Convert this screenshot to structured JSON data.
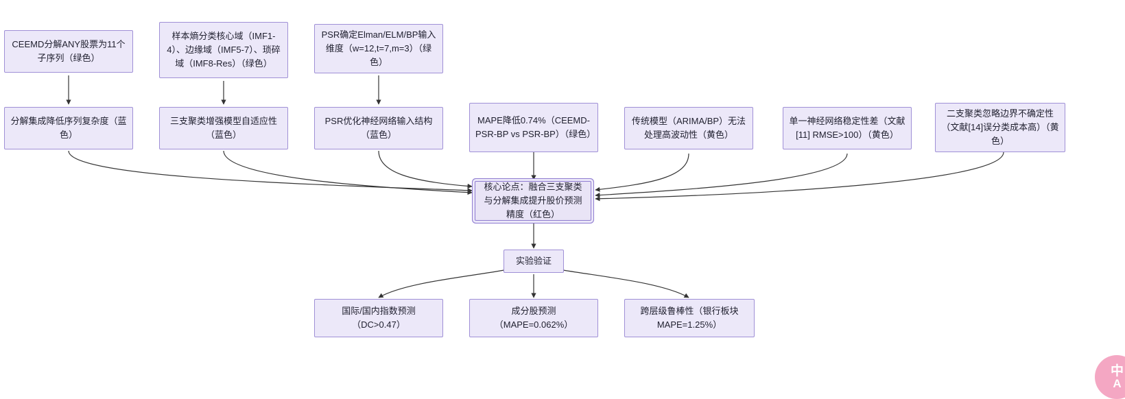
{
  "diagram": {
    "type": "flowchart",
    "direction": "top-down-converging",
    "background_color": "#FFFFFF",
    "node_fill": "#ECE8F9",
    "node_border": "#9F8FD6",
    "edge_color": "#333333",
    "core_node_border": "#8E7BD0"
  },
  "nodes": {
    "method_1": "CEEMD分解ANY股票为11个子序列（绿色）",
    "method_2": "样本熵分类核心域（IMF1-4）、边缘域（IMF5-7）、琐碎域（IMF8-Res）（绿色）",
    "method_3": "PSR确定Elman/ELM/BP输入维度（w=12,t=7,m=3）（绿色）",
    "benefit_1": "分解集成降低序列复杂度（蓝色）",
    "benefit_2": "三支聚类增强模型自适应性（蓝色）",
    "benefit_3": "PSR优化神经网络输入结构（蓝色）",
    "evidence_1": "MAPE降低0.74%（CEEMD-PSR-BP vs PSR-BP）（绿色）",
    "gap_1": "传统模型（ARIMA/BP）无法处理高波动性（黄色）",
    "gap_2": "单一神经网络稳定性差（文献[11] RMSE>100）（黄色）",
    "gap_3": "二支聚类忽略边界不确定性（文献[14]误分类成本高）（黄色）",
    "core": "核心论点：融合三支聚类与分解集成提升股价预测精度（红色）",
    "experiment": "实验验证",
    "result_1": "国际/国内指数预测（DC>0.47）",
    "result_2": "成分股预测（MAPE=0.062%）",
    "result_3": "跨层级鲁棒性（银行板块MAPE=1.25%）"
  },
  "watermark": {
    "line1": "中",
    "line2": "A",
    "color": "#F4A7C3"
  }
}
